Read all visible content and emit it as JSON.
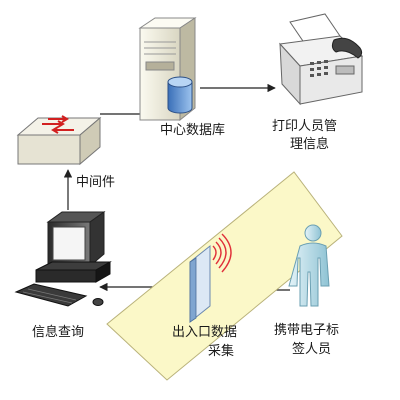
{
  "nodes": {
    "switch": {
      "icon": "network-switch-icon",
      "label": "中间件"
    },
    "server": {
      "icon": "database-server-icon",
      "label": "中心数据库"
    },
    "printer": {
      "icon": "fax-printer-icon",
      "label_line1": "打印人员管",
      "label_line2": "理信息"
    },
    "computer": {
      "icon": "desktop-computer-icon",
      "label": "信息查询"
    },
    "gate": {
      "icon": "rfid-reader-icon",
      "label_line1": "出入口数据",
      "label_line2": "采集"
    },
    "person": {
      "icon": "person-icon",
      "label_line1": "携带电子标",
      "label_line2": "签人员"
    }
  },
  "colors": {
    "panel_fill": "#fbf8c8",
    "panel_stroke": "#b9b27a",
    "person_fill": "#c9e6ef",
    "reader_waves": "#e0303a",
    "arrow": "#222222"
  }
}
